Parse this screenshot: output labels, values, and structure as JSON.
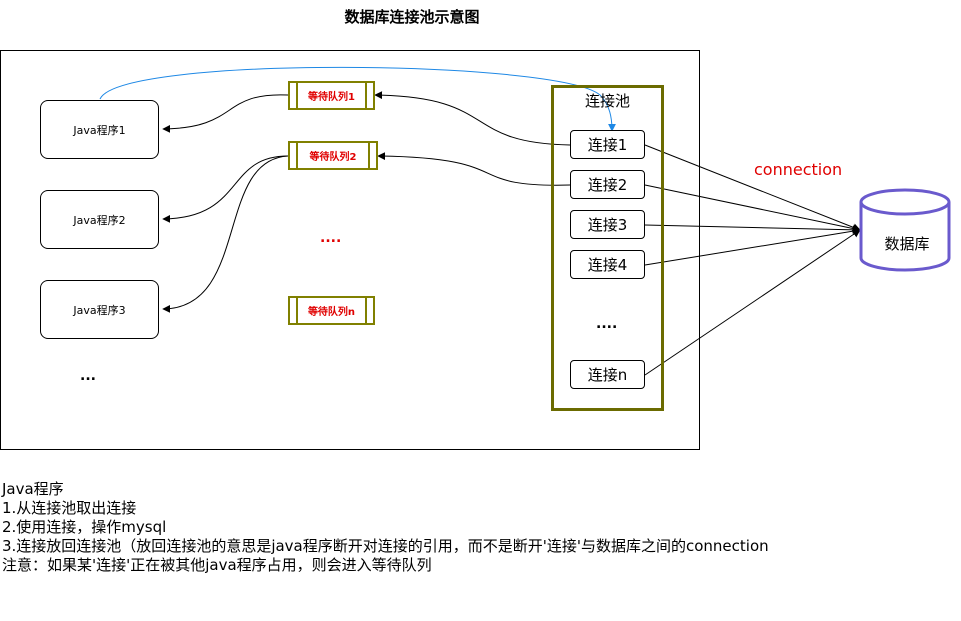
{
  "title": "数据库连接池示意图",
  "programs": [
    "Java程序1",
    "Java程序2",
    "Java程序3"
  ],
  "programs_more": "...",
  "queues": [
    "等待队列1",
    "等待队列2",
    "等待队列n"
  ],
  "queues_more": "....",
  "pool": {
    "label": "连接池",
    "connections": [
      "连接1",
      "连接2",
      "连接3",
      "连接4"
    ],
    "more": "....",
    "last": "连接n"
  },
  "connection_label": "connection",
  "database_label": "数据库",
  "notes": [
    "Java程序",
    "1.从连接池取出连接",
    "2.使用连接，操作mysql",
    "3.连接放回连接池（放回连接池的意思是java程序断开对连接的引用，而不是断开'连接'与数据库之间的connection",
    "注意：如果某'连接'正在被其他java程序占用，则会进入等待队列"
  ],
  "colors": {
    "accent_red": "#e00000",
    "olive": "#808000",
    "blue_arrow": "#1e88e5",
    "db_stroke": "#6a5acd"
  }
}
